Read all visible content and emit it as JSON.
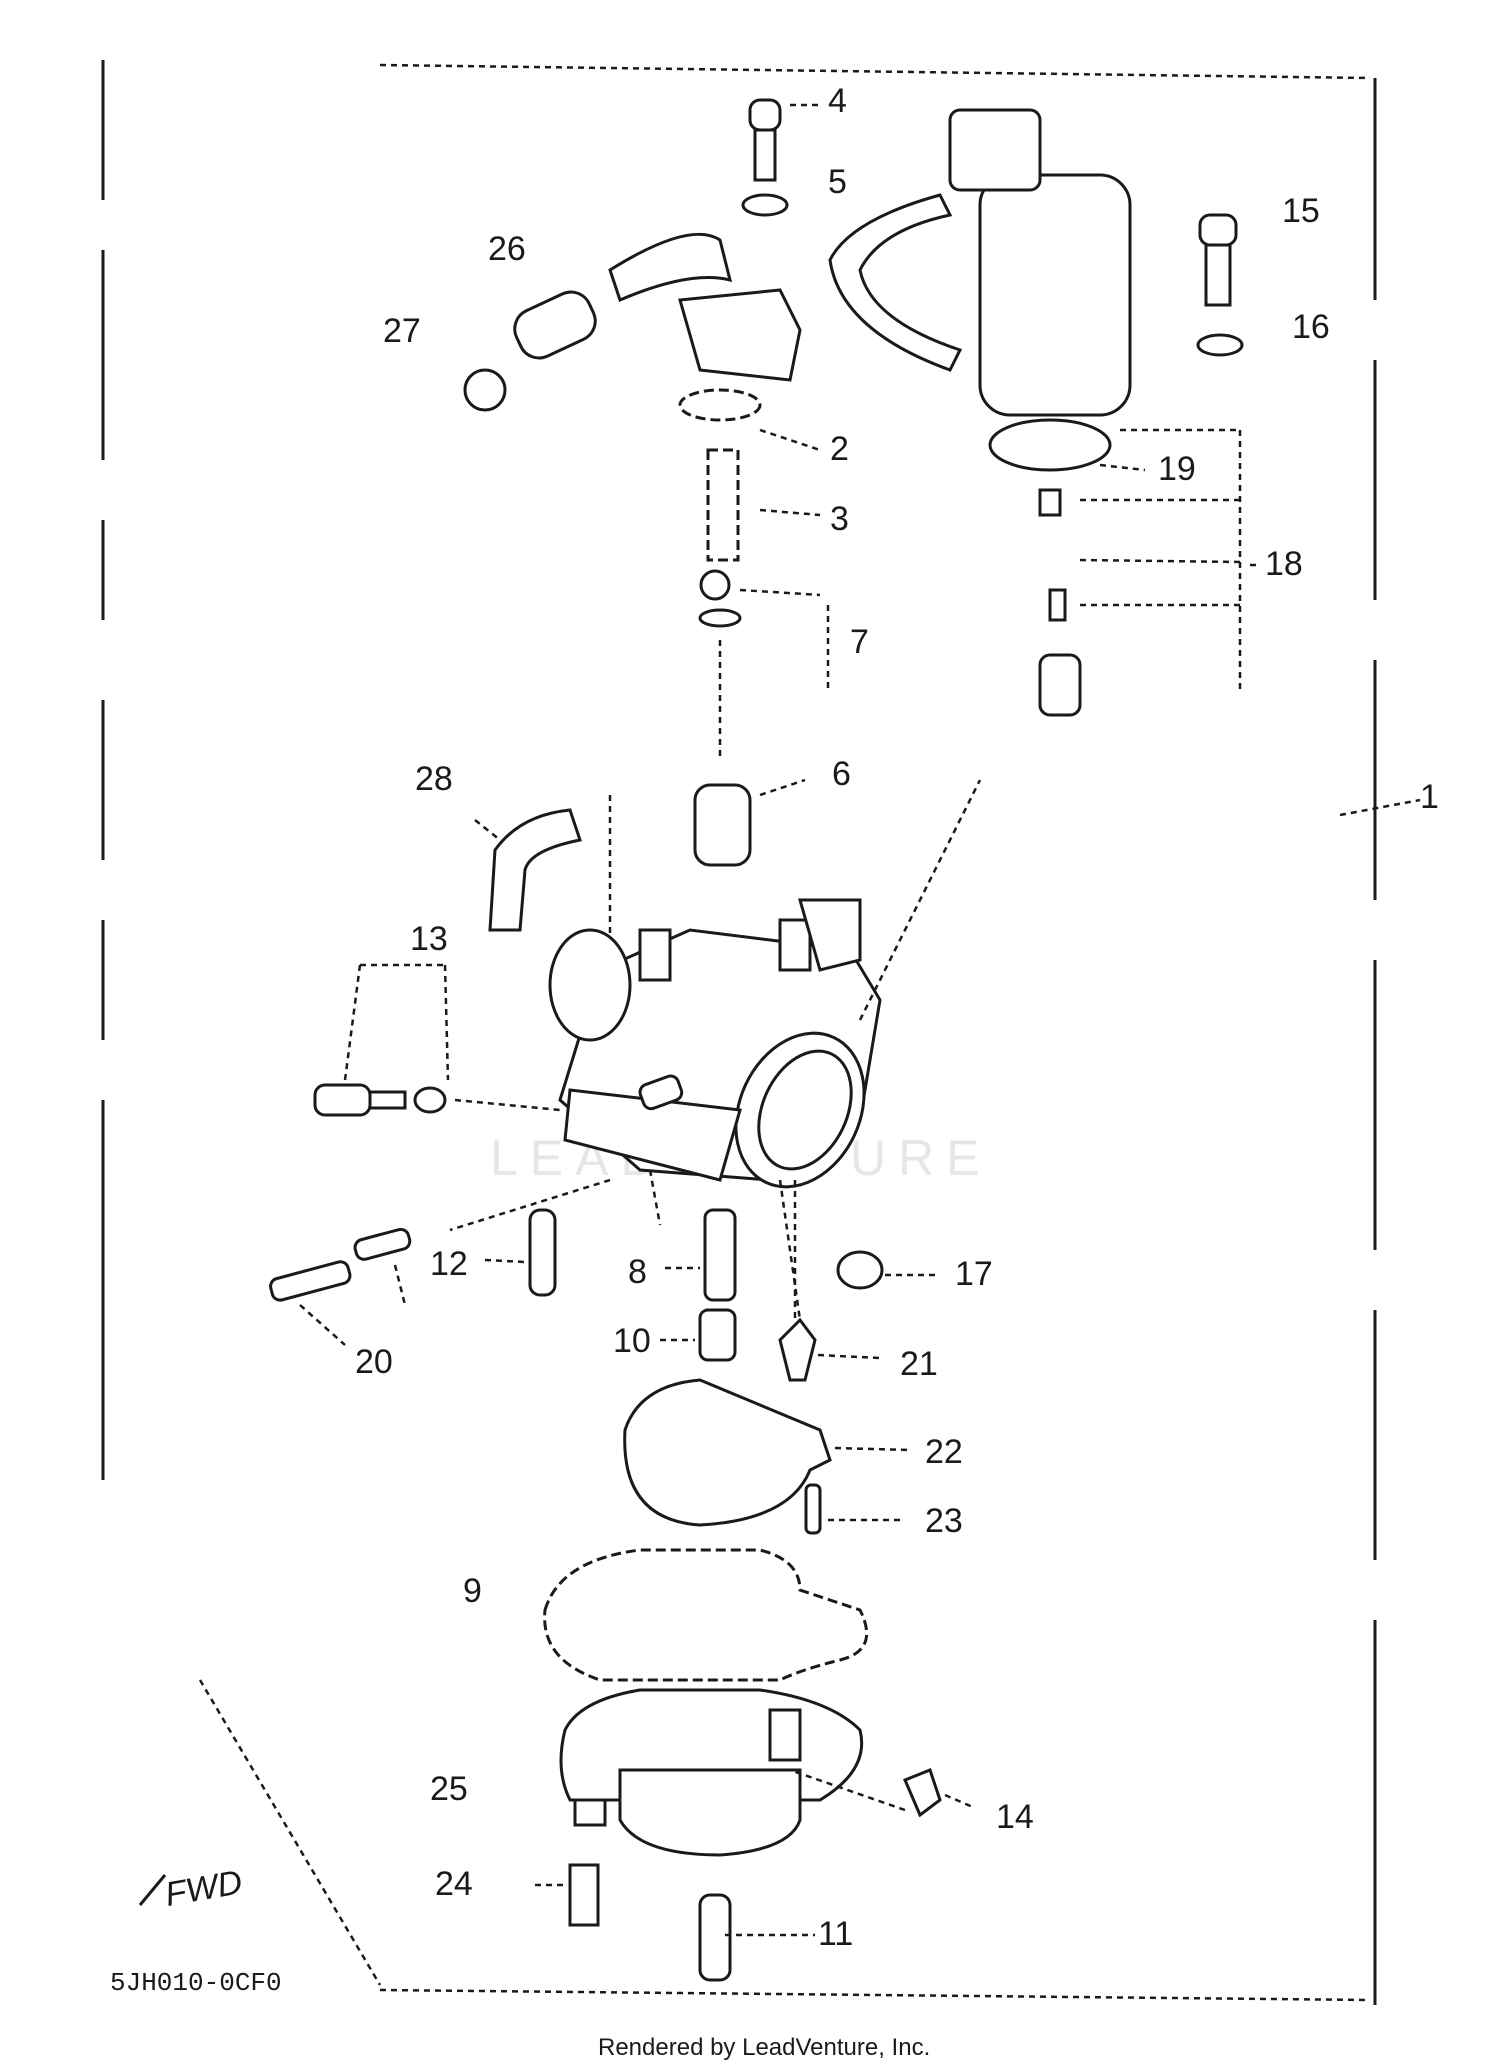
{
  "diagram": {
    "part_numbers": [
      "1",
      "2",
      "3",
      "4",
      "5",
      "6",
      "7",
      "8",
      "9",
      "10",
      "11",
      "12",
      "13",
      "14",
      "15",
      "16",
      "17",
      "18",
      "19",
      "19",
      "20",
      "21",
      "22",
      "23",
      "24",
      "25",
      "26",
      "27",
      "28"
    ],
    "fwd_mark": "FWD",
    "diagram_code": "5JH010-0CF0",
    "watermark": "LEADVENTURE",
    "footer": "Rendered by LeadVenture, Inc."
  }
}
